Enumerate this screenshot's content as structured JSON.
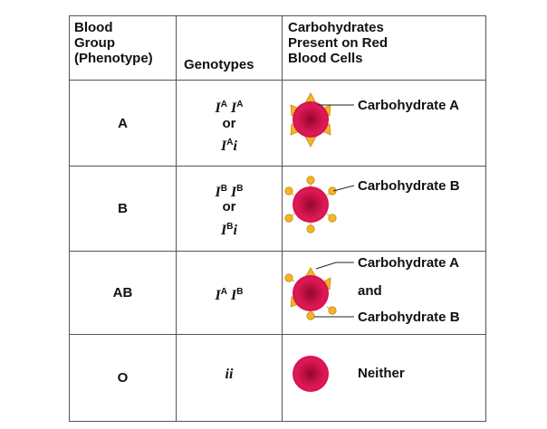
{
  "headers": {
    "blood_group": "Blood\nGroup\n(Phenotype)",
    "genotypes": "Genotypes",
    "carbohydrates": "Carbohydrates\nPresent on Red\nBlood Cells"
  },
  "rows": [
    {
      "group": "A",
      "genotype_lines": [
        {
          "allele": "I",
          "sup": "A",
          "allele2": "I",
          "sup2": "A"
        },
        {
          "text": "or"
        },
        {
          "allele": "I",
          "sup": "A",
          "allele2": "i",
          "sup2": ""
        }
      ],
      "carbohydrate_labels": [
        "Carbohydrate A"
      ]
    },
    {
      "group": "B",
      "genotype_lines": [
        {
          "allele": "I",
          "sup": "B",
          "allele2": "I",
          "sup2": "B"
        },
        {
          "text": "or"
        },
        {
          "allele": "I",
          "sup": "B",
          "allele2": "i",
          "sup2": ""
        }
      ],
      "carbohydrate_labels": [
        "Carbohydrate B"
      ]
    },
    {
      "group": "AB",
      "genotype_lines": [
        {
          "allele": "I",
          "sup": "A",
          "allele2": "I",
          "sup2": "B"
        }
      ],
      "carbohydrate_labels": [
        "Carbohydrate A",
        "and",
        "Carbohydrate B"
      ]
    },
    {
      "group": "O",
      "genotype_lines": [
        {
          "text": "ii"
        }
      ],
      "carbohydrate_labels": [
        "Neither"
      ]
    }
  ],
  "colors": {
    "cell_outer": "#d2134a",
    "cell_center": "#8c0a2c",
    "carb_a": "#f2b526",
    "carb_b": "#f2b526",
    "grid": "#555555"
  }
}
